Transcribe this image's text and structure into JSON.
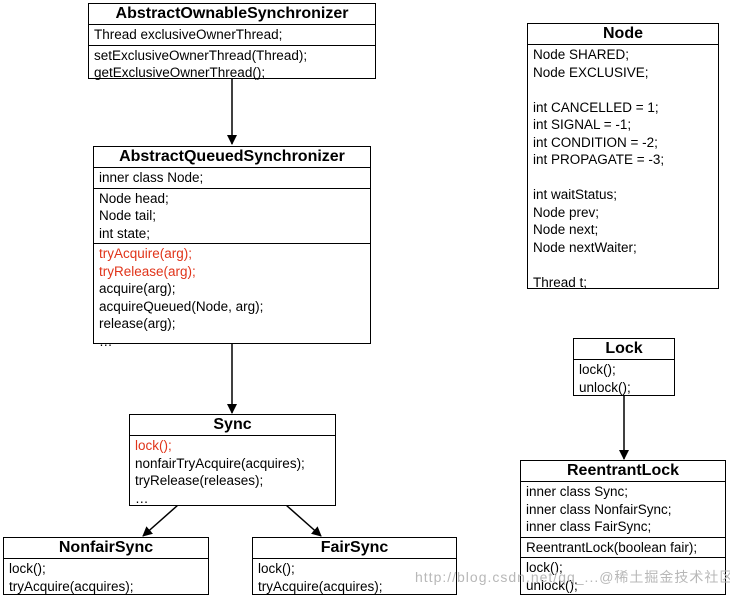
{
  "classes": {
    "aos": {
      "title": "AbstractOwnableSynchronizer",
      "sections": [
        [
          {
            "text": "Thread exclusiveOwnerThread;"
          }
        ],
        [
          {
            "text": "setExclusiveOwnerThread(Thread);"
          },
          {
            "text": "getExclusiveOwnerThread();"
          }
        ]
      ]
    },
    "aqs": {
      "title": "AbstractQueuedSynchronizer",
      "sections": [
        [
          {
            "text": "inner class Node;"
          }
        ],
        [
          {
            "text": "Node head;"
          },
          {
            "text": "Node tail;"
          },
          {
            "text": "int state;"
          }
        ],
        [
          {
            "text": "tryAcquire(arg);",
            "highlight": true
          },
          {
            "text": "tryRelease(arg);",
            "highlight": true
          },
          {
            "text": "acquire(arg);"
          },
          {
            "text": "acquireQueued(Node, arg);"
          },
          {
            "text": "release(arg);"
          },
          {
            "text": "…"
          }
        ]
      ]
    },
    "sync": {
      "title": "Sync",
      "sections": [
        [
          {
            "text": "lock();",
            "highlight": true
          },
          {
            "text": "nonfairTryAcquire(acquires);"
          },
          {
            "text": "tryRelease(releases);"
          },
          {
            "text": "…"
          }
        ]
      ]
    },
    "nonfair": {
      "title": "NonfairSync",
      "sections": [
        [
          {
            "text": "lock();"
          },
          {
            "text": "tryAcquire(acquires);"
          }
        ]
      ]
    },
    "fair": {
      "title": "FairSync",
      "sections": [
        [
          {
            "text": "lock();"
          },
          {
            "text": "tryAcquire(acquires);"
          }
        ]
      ]
    },
    "node": {
      "title": "Node",
      "sections": [
        [
          {
            "text": "Node SHARED;"
          },
          {
            "text": "Node EXCLUSIVE;"
          },
          {
            "text": ""
          },
          {
            "text": "int CANCELLED = 1;"
          },
          {
            "text": "int SIGNAL = -1;"
          },
          {
            "text": "int CONDITION = -2;"
          },
          {
            "text": "int PROPAGATE = -3;"
          },
          {
            "text": ""
          },
          {
            "text": "int waitStatus;"
          },
          {
            "text": "Node prev;"
          },
          {
            "text": "Node next;"
          },
          {
            "text": "Node nextWaiter;"
          },
          {
            "text": ""
          },
          {
            "text": "Thread t;"
          }
        ]
      ]
    },
    "lock": {
      "title": "Lock",
      "sections": [
        [
          {
            "text": "lock();"
          },
          {
            "text": "unlock();"
          }
        ]
      ]
    },
    "reentrant": {
      "title": "ReentrantLock",
      "sections": [
        [
          {
            "text": "inner class Sync;"
          },
          {
            "text": "inner class NonfairSync;"
          },
          {
            "text": "inner class FairSync;"
          }
        ],
        [
          {
            "text": "ReentrantLock(boolean fair);"
          }
        ],
        [
          {
            "text": "lock();"
          },
          {
            "text": "unlock();"
          }
        ]
      ]
    }
  },
  "watermark": "http://blog.csdn.net/qq_...@稀土掘金技术社区",
  "colors": {
    "highlight": "#e0341a",
    "border": "#000000",
    "watermark": "#b8b8b8"
  }
}
